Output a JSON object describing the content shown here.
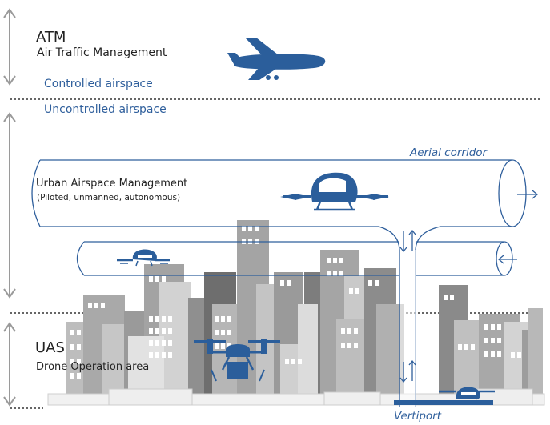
{
  "atm": {
    "title": "ATM",
    "subtitle": "Air Traffic Management"
  },
  "airspace": {
    "controlled": "Controlled airspace",
    "uncontrolled": "Uncontrolled airspace"
  },
  "uam": {
    "title": "Urban Airspace Management",
    "subtitle": "(Piloted, unmanned, autonomous)"
  },
  "corridor": {
    "label": "Aerial corridor"
  },
  "uas": {
    "title": "UAS",
    "subtitle": "Drone Operation area"
  },
  "vertiport": {
    "label": "Vertiport"
  },
  "colors": {
    "accent": "#2f5f9c",
    "aircraft": "#2b5e9b",
    "text": "#222222",
    "buildings": "#a9a9a9"
  },
  "icons": [
    "airplane-icon",
    "air-taxi-icon",
    "small-drone-icon",
    "delivery-drone-icon",
    "landed-drone-icon"
  ]
}
